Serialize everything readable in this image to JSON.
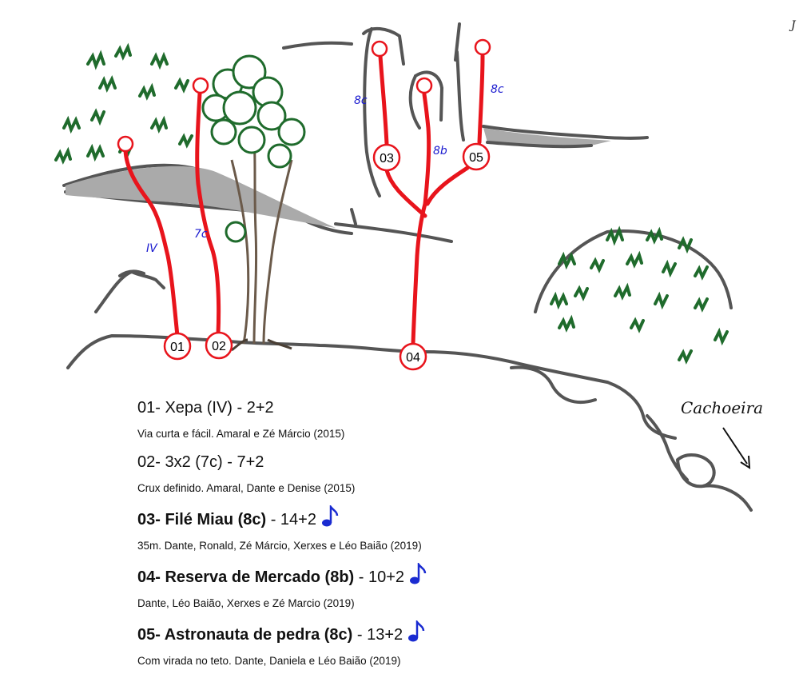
{
  "colors": {
    "route": "#e8141c",
    "grade": "#1a1acf",
    "rock": "#555555",
    "bush": "#1f6b2c",
    "note": "#1a2bd1"
  },
  "label_cachoeira": "Cachoeira",
  "corner_mark": "J",
  "routes": [
    {
      "number": "01",
      "grade": "IV"
    },
    {
      "number": "02",
      "grade": "7c"
    },
    {
      "number": "03",
      "grade": "8c"
    },
    {
      "number": "04",
      "grade": "8b"
    },
    {
      "number": "05",
      "grade": "8c"
    }
  ],
  "legend": [
    {
      "title_bold": "",
      "title_rest": "01- Xepa (IV) - 2+2",
      "description": "Via curta e fácil. Amaral e Zé Márcio (2015)",
      "music_icon": false
    },
    {
      "title_bold": "",
      "title_rest": "02- 3x2 (7c) - 7+2",
      "description": "Crux definido. Amaral, Dante e Denise (2015)",
      "music_icon": false
    },
    {
      "title_bold": "03- Filé Miau (8c)",
      "title_rest": " - 14+2",
      "description": "35m. Dante, Ronald, Zé Márcio, Xerxes e Léo Baião (2019)",
      "music_icon": true
    },
    {
      "title_bold": "04- Reserva de Mercado (8b)",
      "title_rest": " - 10+2",
      "description": "Dante, Léo Baião, Xerxes e Zé Marcio (2019)",
      "music_icon": true
    },
    {
      "title_bold": "05- Astronauta de pedra (8c)",
      "title_rest": " - 13+2",
      "description": "Com virada no teto. Dante, Daniela e Léo Baião (2019)",
      "music_icon": true
    }
  ]
}
